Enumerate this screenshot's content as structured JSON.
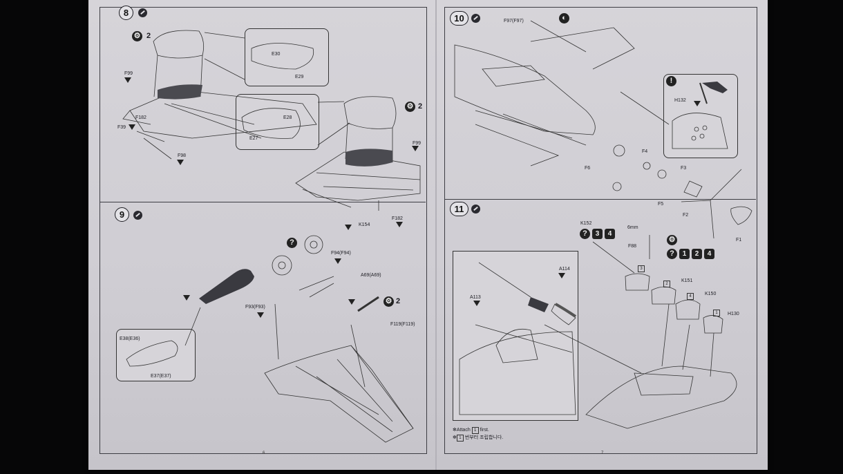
{
  "steps": {
    "s8": {
      "num": "8",
      "qty": "2",
      "qty2": "2",
      "labels": {
        "E30": "E30",
        "E29": "E29",
        "E28": "E28",
        "E27": "E27",
        "F99a": "F99",
        "F99b": "F99",
        "F39": "F39",
        "F182a": "F182",
        "F98": "F98",
        "K154": "K154",
        "F182b": "F182"
      }
    },
    "s9": {
      "num": "9",
      "qty": "2",
      "labels": {
        "F94": "F94(F94)",
        "A69": "A69(A69)",
        "F93": "F93(F93)",
        "F119": "F119(F119)",
        "E38": "E38(E36)",
        "E37": "E37(E37)"
      }
    },
    "s10": {
      "num": "10",
      "labels": {
        "F97": "F97(F97)",
        "H132": "H132",
        "F6": "F6",
        "F4": "F4",
        "F3": "F3",
        "F5": "F5",
        "F2": "F2",
        "F1": "F1"
      }
    },
    "s11": {
      "num": "11",
      "labels": {
        "K152": "K152",
        "mm": "6mm",
        "F88": "F88",
        "K151": "K151",
        "K150": "K150",
        "H130": "H130",
        "A114": "A114",
        "A113": "A113"
      },
      "box_nums": [
        "3",
        "2",
        "4",
        "1"
      ],
      "note_en": "Attach",
      "note_box": "1",
      "note_tail": "first.",
      "note_kr": "번부터 조립합니다."
    }
  },
  "icons": {
    "paint": "paint-icon",
    "question": "?",
    "numbers_a": [
      "3",
      "4"
    ],
    "numbers_b": [
      "1",
      "2",
      "4"
    ],
    "warning": "!"
  },
  "page_numbers": {
    "left": "6",
    "right": "7"
  }
}
